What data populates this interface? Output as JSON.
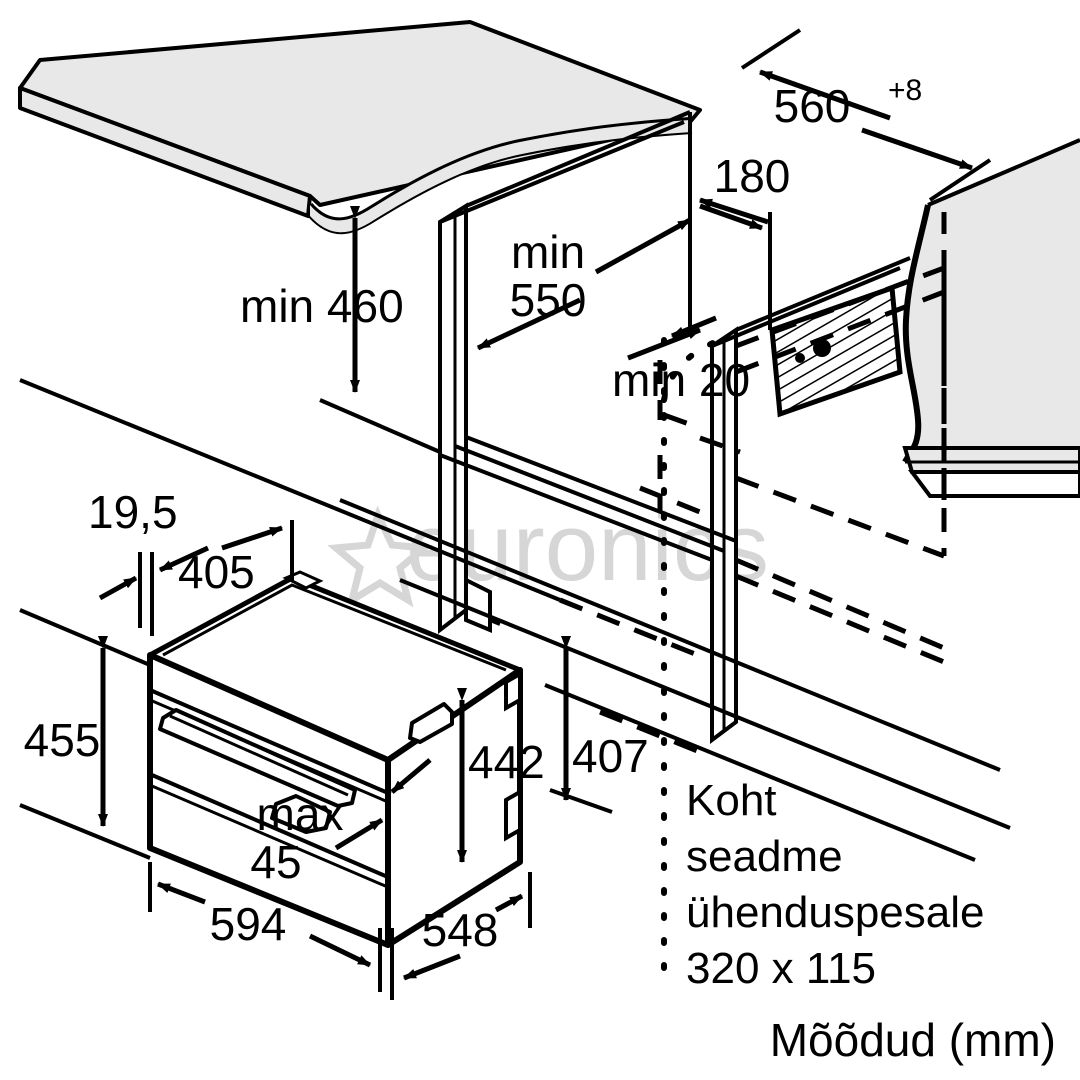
{
  "diagram": {
    "kind": "appliance-installation-drawing",
    "units_caption": "Mõõdud (mm)",
    "colors": {
      "line": "#000000",
      "panel_fill": "#e8e8e8",
      "background": "#ffffff",
      "watermark": "#d6d6d6"
    }
  },
  "dimensions": {
    "niche_width": {
      "value": "560",
      "tolerance": "+8",
      "label": "560"
    },
    "niche_offset_top": {
      "label": "180"
    },
    "cabinet_height_min": {
      "label": "min 460"
    },
    "cabinet_depth_min_line1": {
      "label": "min"
    },
    "cabinet_depth_min_line2": {
      "label": "550"
    },
    "rear_gap_min": {
      "label": "min 20"
    },
    "front_panel_thickness": {
      "label": "19,5"
    },
    "top_depth": {
      "label": "405"
    },
    "appliance_front_height": {
      "label": "455"
    },
    "appliance_body_height": {
      "label": "442"
    },
    "appliance_niche_height": {
      "label": "407"
    },
    "door_protrusion_max_line1": {
      "label": "max"
    },
    "door_protrusion_max_line2": {
      "label": "45"
    },
    "appliance_width": {
      "label": "594"
    },
    "appliance_depth": {
      "label": "548"
    }
  },
  "notes": {
    "socket_location": {
      "line1": "Koht",
      "line2": "seadme",
      "line3": "ühenduspesale",
      "line4": "320 x 115"
    }
  },
  "watermark": {
    "text": "euronics",
    "logo": "star-icon"
  }
}
